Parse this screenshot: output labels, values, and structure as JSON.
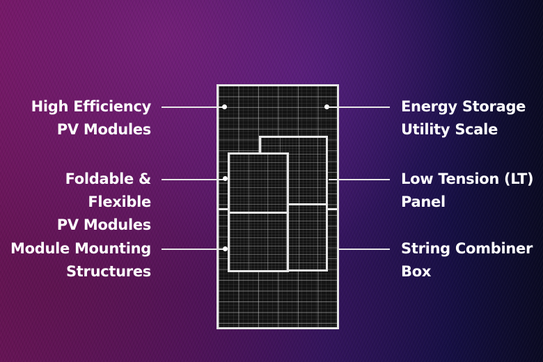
{
  "labels": {
    "left": [
      {
        "line1": "High Efficiency",
        "line2": "PV Modules"
      },
      {
        "line1": "Foldable & Flexible",
        "line2": "PV Modules"
      },
      {
        "line1": "Module Mounting",
        "line2": "Structures"
      }
    ],
    "right": [
      {
        "line1": "Energy Storage",
        "line2": "Utility Scale"
      },
      {
        "line1": "Low Tension (LT)",
        "line2": "Panel"
      },
      {
        "line1": "String Combiner",
        "line2": "Box"
      }
    ]
  },
  "colors": {
    "background_left": "#6e1460",
    "background_right": "#0a0a22",
    "text": "#ffffff",
    "panel_frame": "#e6e6e6",
    "panel_cell": "#141414"
  }
}
